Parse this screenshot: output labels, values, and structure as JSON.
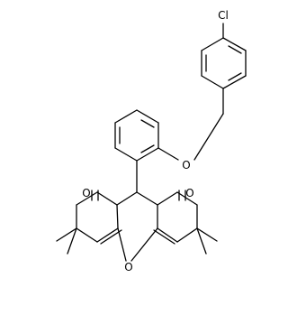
{
  "molecule": {
    "atom_labels": {
      "chlorine": "Cl",
      "ether_oxygen": "O",
      "pyran_oxygen": "O",
      "left_carbonyl_oxygen": "O",
      "right_carbonyl_oxygen": "O"
    },
    "colors": {
      "bond": "#000000",
      "background": "#ffffff"
    }
  }
}
